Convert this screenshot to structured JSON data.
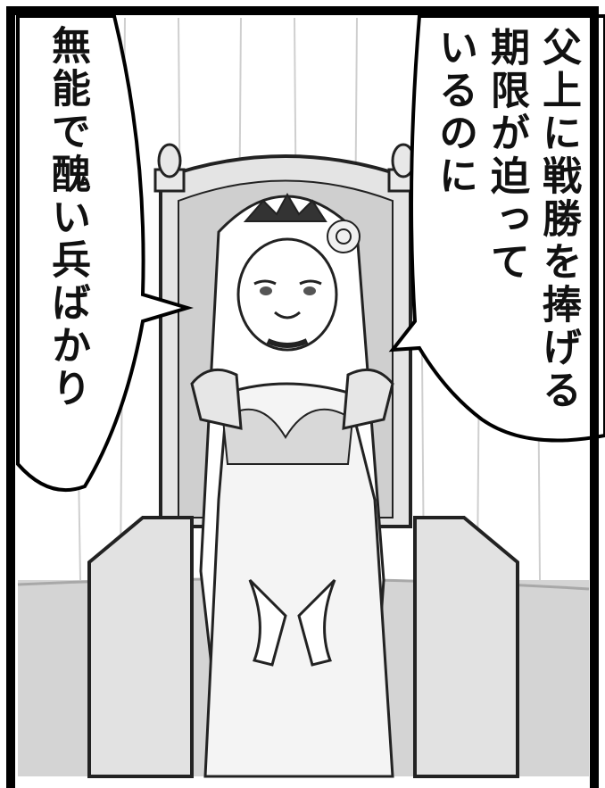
{
  "panel": {
    "bubble_right": {
      "lines": [
        "父上に戦勝を捧げる",
        "期限が迫って",
        "いるのに"
      ]
    },
    "bubble_left": {
      "lines": [
        "無能で醜い兵ばかり"
      ]
    }
  },
  "colors": {
    "background": "#ffffff",
    "lineart": "#222222",
    "screentone": "#bdbdbd",
    "frame": "#000000"
  },
  "illustration": {
    "subject": "princess seated on a throne, crown with rose in hair, curtained background"
  }
}
